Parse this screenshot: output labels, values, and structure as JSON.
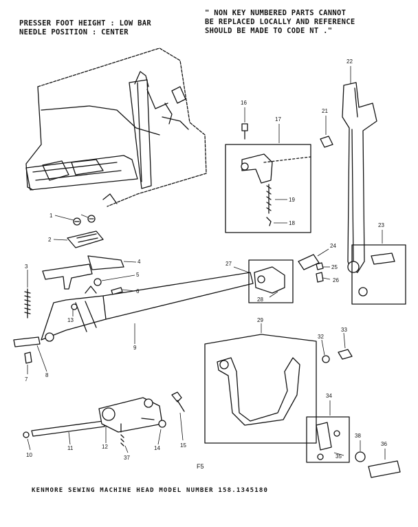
{
  "header": {
    "left_line1": "PRESSER FOOT HEIGHT : LOW BAR",
    "left_line2": "NEEDLE POSITION : CENTER",
    "right_line1": "\" NON KEY NUMBERED PARTS CANNOT",
    "right_line2": "BE REPLACED LOCALLY AND REFERENCE",
    "right_line3": "SHOULD BE MADE TO CODE NT .\""
  },
  "footer": {
    "caption": "KENMORE SEWING MACHINE HEAD MODEL NUMBER 158.1345180",
    "page_code": "F5"
  },
  "part_labels": [
    "1",
    "2",
    "3",
    "4",
    "5",
    "6",
    "7",
    "8",
    "9",
    "10",
    "11",
    "12",
    "13",
    "14",
    "15",
    "16",
    "17",
    "18",
    "19",
    "21",
    "22",
    "23",
    "24",
    "25",
    "26",
    "27",
    "28",
    "29",
    "32",
    "33",
    "34",
    "35",
    "36",
    "37",
    "38"
  ]
}
